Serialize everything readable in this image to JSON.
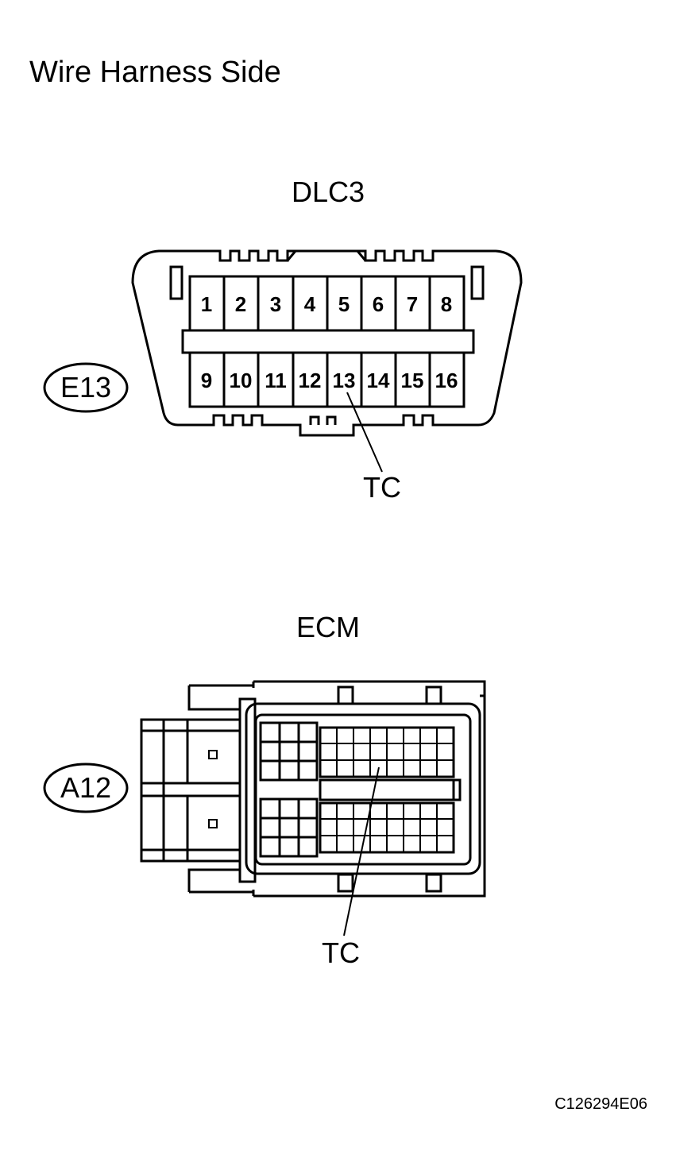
{
  "page_title": "Wire Harness Side",
  "dlc3": {
    "title": "DLC3",
    "connector_code": "E13",
    "pins_top": [
      "1",
      "2",
      "3",
      "4",
      "5",
      "6",
      "7",
      "8"
    ],
    "pins_bottom": [
      "9",
      "10",
      "11",
      "12",
      "13",
      "14",
      "15",
      "16"
    ],
    "callout": "TC"
  },
  "ecm": {
    "title": "ECM",
    "connector_code": "A12",
    "callout": "TC"
  },
  "figure_id": "C126294E06"
}
